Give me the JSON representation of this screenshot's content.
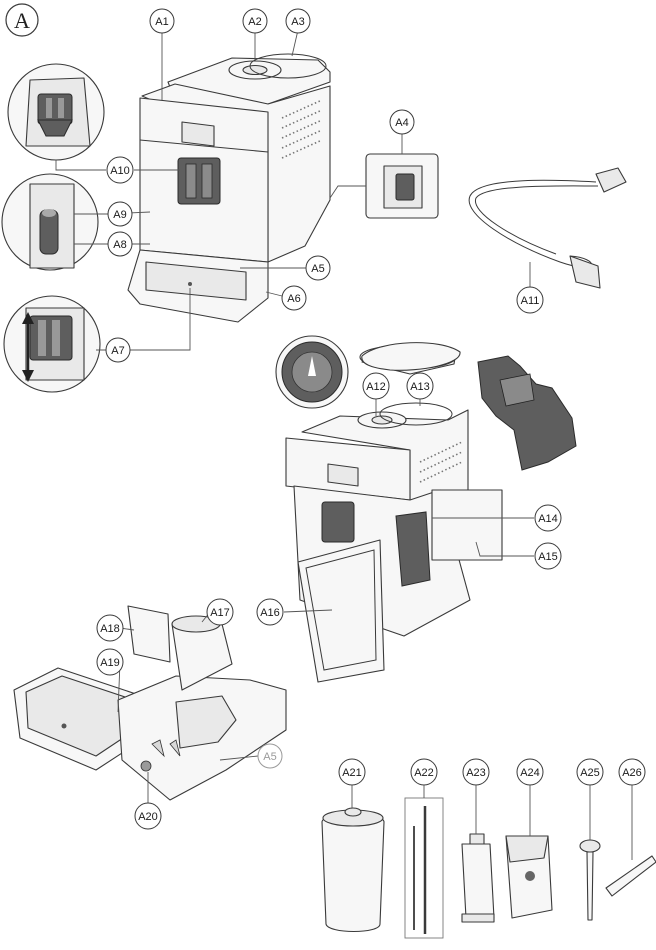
{
  "section_letter": "A",
  "callouts": {
    "A1": "A1",
    "A2": "A2",
    "A3": "A3",
    "A4": "A4",
    "A5": "A5",
    "A5b": "A5",
    "A6": "A6",
    "A7": "A7",
    "A8": "A8",
    "A9": "A9",
    "A10": "A10",
    "A11": "A11",
    "A12": "A12",
    "A13": "A13",
    "A14": "A14",
    "A15": "A15",
    "A16": "A16",
    "A17": "A17",
    "A18": "A18",
    "A19": "A19",
    "A20": "A20",
    "A21": "A21",
    "A22": "A22",
    "A23": "A23",
    "A24": "A24",
    "A25": "A25",
    "A26": "A26"
  },
  "colors": {
    "line": "#3a3a3a",
    "fill": "#f7f7f7",
    "dark": "#5e5e5e",
    "faded": "#9a9a9a"
  }
}
